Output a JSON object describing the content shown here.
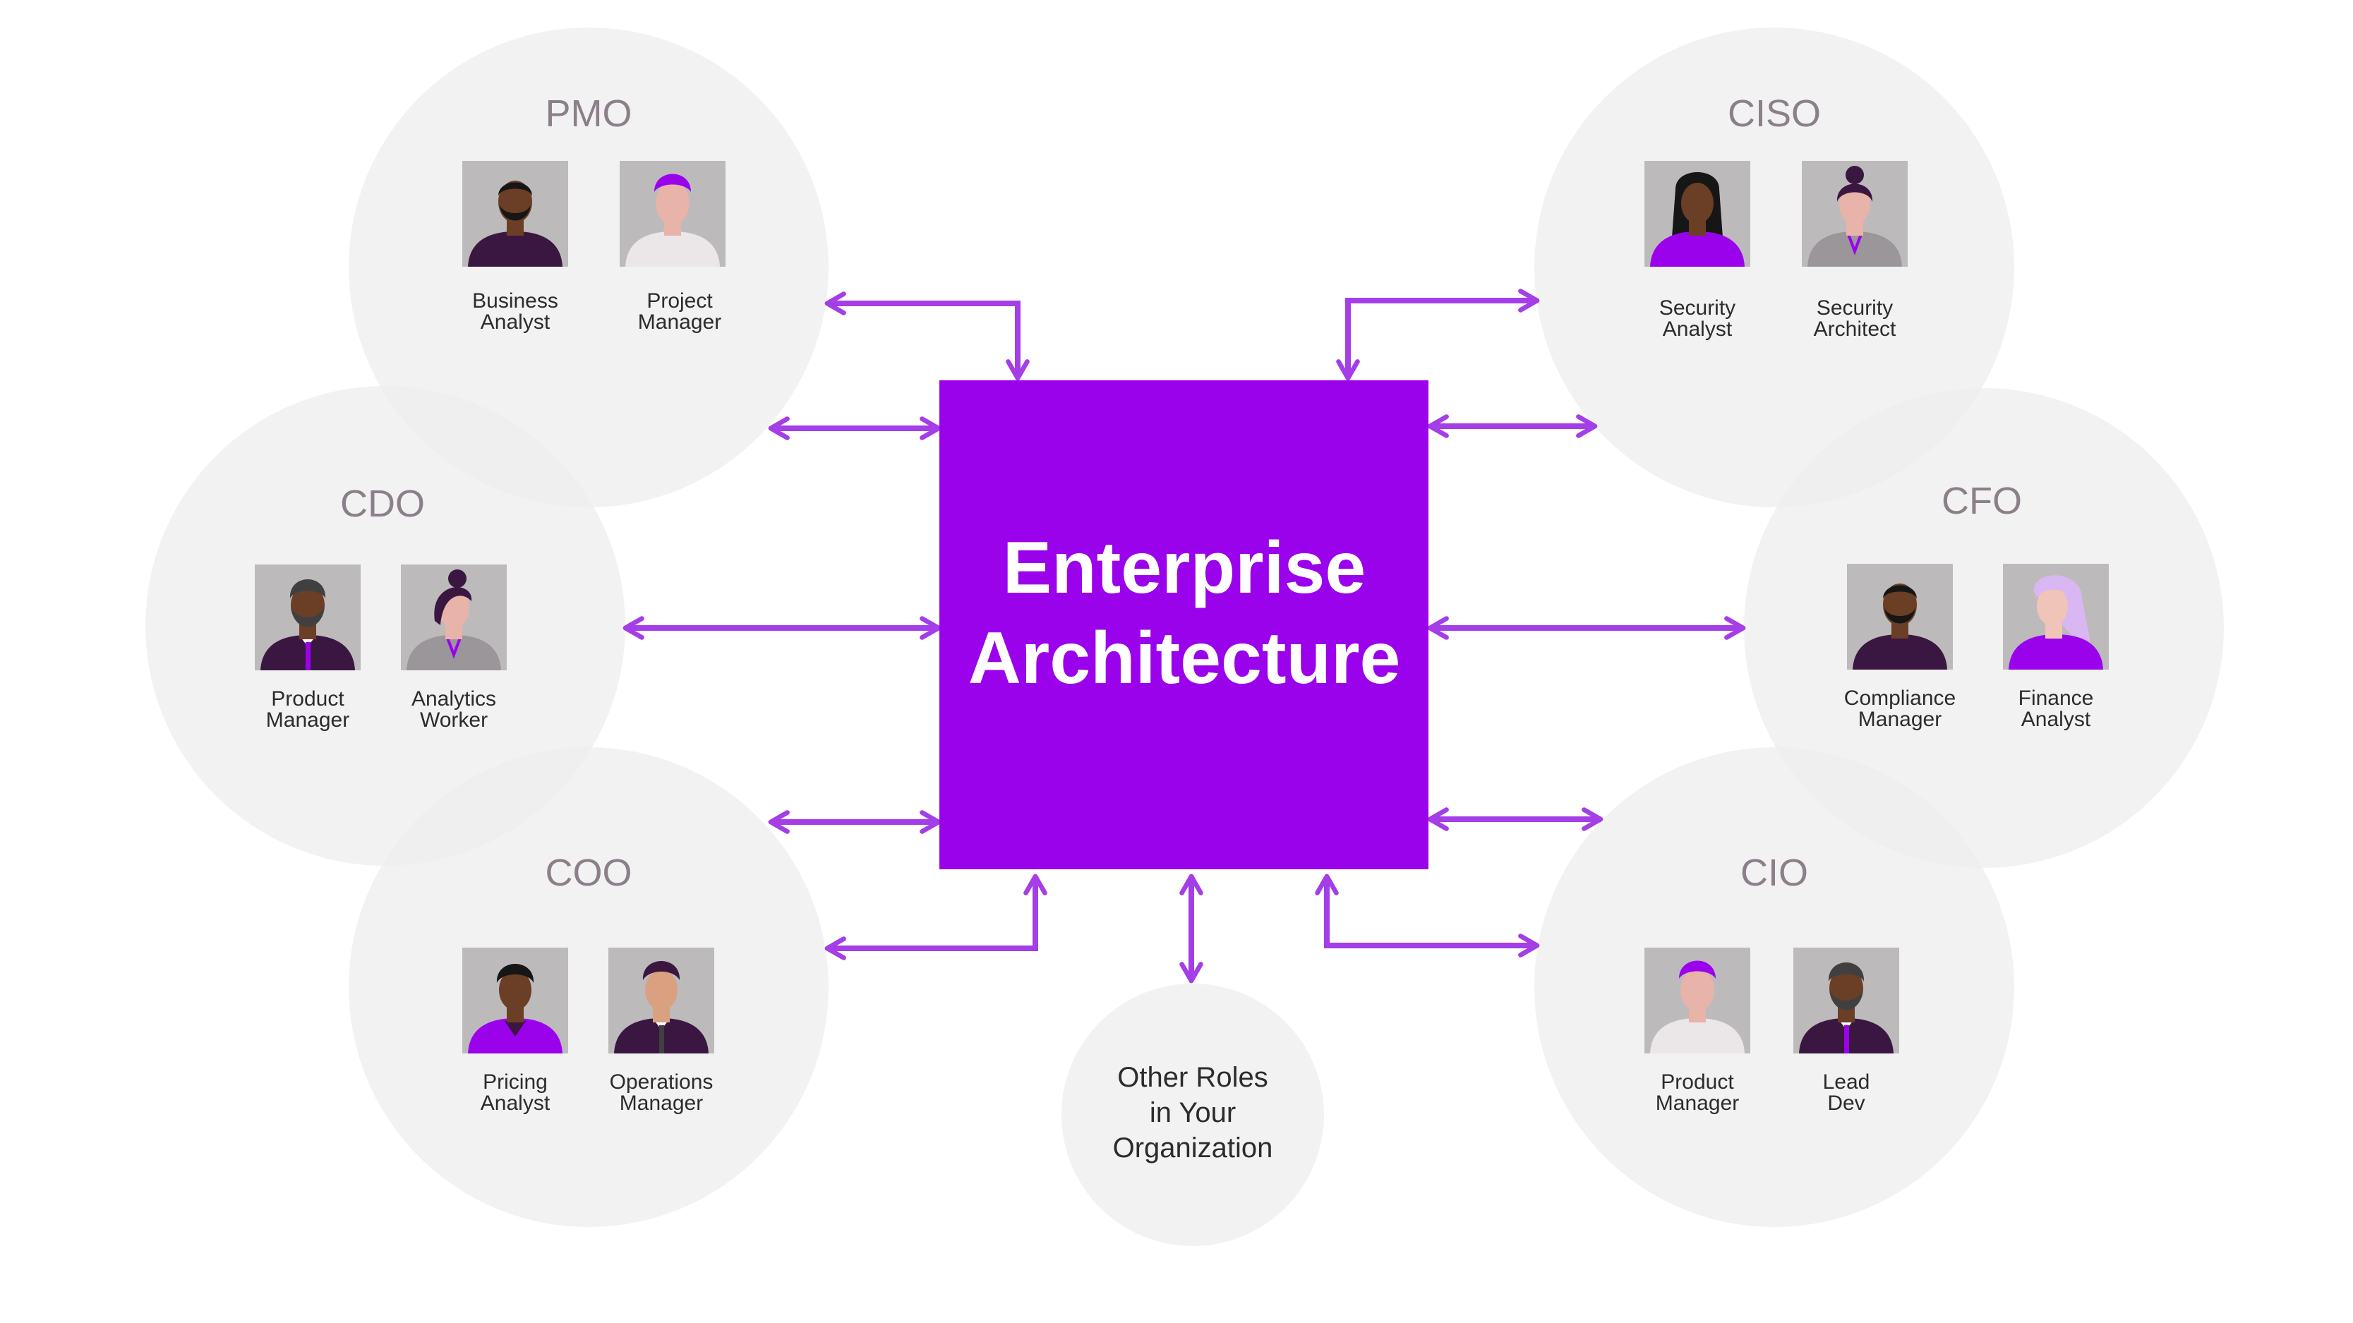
{
  "colors": {
    "center_fill": "#9b02ec",
    "connector": "#a43ee6",
    "circle_fill": "#efedee",
    "group_title": "#8b8089",
    "label_text": "#2c2c2c",
    "avatar_bg": "#bdbabc",
    "accent": "#9b02ec"
  },
  "center": {
    "line1": "Enterprise",
    "line2": "Architecture"
  },
  "groups": [
    {
      "id": "pmo",
      "title": "PMO",
      "roles": [
        {
          "line1": "Business",
          "line2": "Analyst",
          "avatar": "man-dark-beard-icon"
        },
        {
          "line1": "Project",
          "line2": "Manager",
          "avatar": "man-purple-hair-icon"
        }
      ]
    },
    {
      "id": "ciso",
      "title": "CISO",
      "roles": [
        {
          "line1": "Security",
          "line2": "Analyst",
          "avatar": "woman-long-hair-icon"
        },
        {
          "line1": "Security",
          "line2": "Architect",
          "avatar": "woman-bun-icon"
        }
      ]
    },
    {
      "id": "cdo",
      "title": "CDO",
      "roles": [
        {
          "line1": "Product",
          "line2": "Manager",
          "avatar": "man-beard-tie-icon"
        },
        {
          "line1": "Analytics",
          "line2": "Worker",
          "avatar": "woman-bun-lanyard-icon"
        }
      ]
    },
    {
      "id": "cfo",
      "title": "CFO",
      "roles": [
        {
          "line1": "Compliance",
          "line2": "Manager",
          "avatar": "man-dark-beard-icon"
        },
        {
          "line1": "Finance",
          "line2": "Analyst",
          "avatar": "woman-lavender-hair-icon"
        }
      ]
    },
    {
      "id": "coo",
      "title": "COO",
      "roles": [
        {
          "line1": "Pricing",
          "line2": "Analyst",
          "avatar": "woman-purple-top-icon"
        },
        {
          "line1": "Operations",
          "line2": "Manager",
          "avatar": "man-purple-hair-tie-icon"
        }
      ]
    },
    {
      "id": "cio",
      "title": "CIO",
      "roles": [
        {
          "line1": "Product",
          "line2": "Manager",
          "avatar": "man-purple-hair-icon"
        },
        {
          "line1": "Lead",
          "line2": "Dev",
          "avatar": "man-beard-tie-icon"
        }
      ]
    }
  ],
  "other": {
    "line1": "Other Roles",
    "line2": "in Your",
    "line3": "Organization"
  }
}
